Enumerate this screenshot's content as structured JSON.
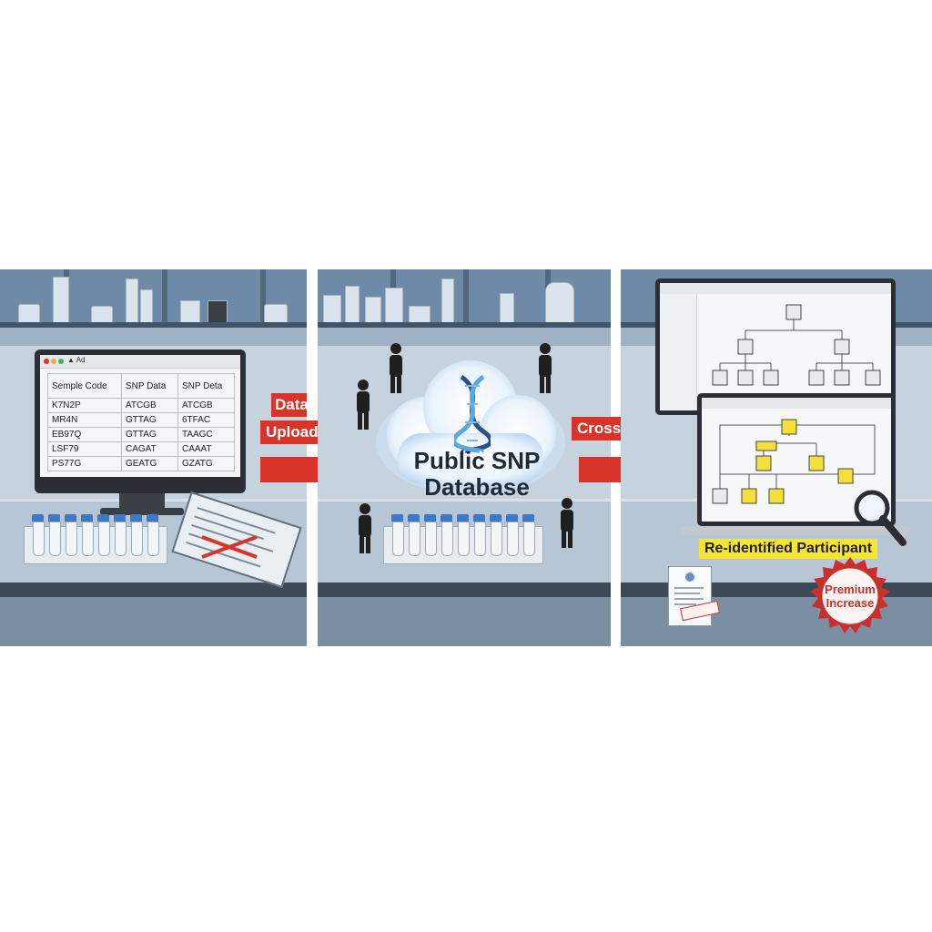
{
  "panel1": {
    "browser_url": "▲ Ad",
    "table_headers": [
      "Semple Code",
      "SNP Data",
      "SNP Deta"
    ],
    "table_rows": [
      [
        "K7N2P",
        "ATCGB",
        "ATCGB",
        ""
      ],
      [
        "MR4N",
        "GTTAG",
        "6TFAC",
        ""
      ],
      [
        "EB97Q",
        "GTTAG",
        "TAAGC",
        ""
      ],
      [
        "LSF79",
        "CAGAT",
        "CAAAT",
        ""
      ],
      [
        "PS77G",
        "GEATG",
        "GZATG",
        ""
      ]
    ]
  },
  "arrow1": {
    "line1": "Data",
    "line2": "Upload"
  },
  "cloud": {
    "line1": "Public SNP",
    "line2": "Database"
  },
  "arrow2": {
    "label": "Cross-Reference"
  },
  "result": {
    "label": "Re-identified Participant",
    "seal_line1": "Premium",
    "seal_line2": "Increase"
  },
  "colors": {
    "accent_red": "#d8342a",
    "highlight_yellow": "#f6e632",
    "tube_cap_blue": "#3f78c4"
  }
}
